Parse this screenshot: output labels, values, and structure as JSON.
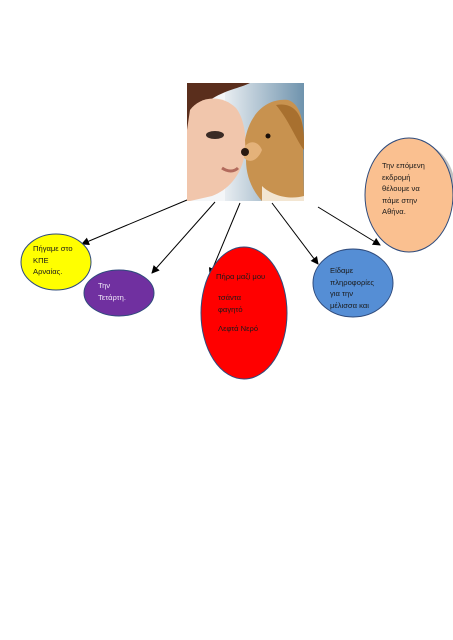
{
  "photo": {
    "icon": "woman-and-puppy-photo",
    "description_alt": "photo"
  },
  "colors": {
    "yellow": "#ffff00",
    "purple": "#7030a0",
    "red": "#ff0000",
    "blue": "#558ed5",
    "peach": "#fac090",
    "arrow": "#000000"
  },
  "nodes": {
    "yellow": "Πήγαμε στο\nΚΠΕ\nΑρναίας.",
    "purple": "Την\nΤετάρτη.",
    "red_line1": "Πήρα μαζί μου",
    "red_line2": "τσάντα\nφαγητό",
    "red_line3": "Λεφτά Νερό",
    "blue": "Είδαμε\nπληροφορίες\nγια την\nμέλισσα και",
    "peach": "Την επόμενη\nεκδρομή\nθέλουμε να\nπάμε στην\nΑθήνα."
  }
}
